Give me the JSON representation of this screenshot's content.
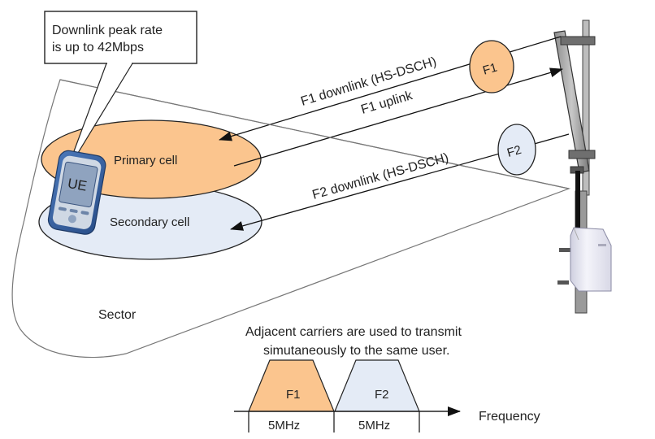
{
  "callout": {
    "line1": "Downlink peak rate",
    "line2": "is up to 42Mbps"
  },
  "cells": {
    "primary": "Primary cell",
    "secondary": "Secondary cell",
    "ue": "UE",
    "sector": "Sector"
  },
  "links": {
    "f1_downlink": "F1 downlink (HS-DSCH)",
    "f1_uplink": "F1 uplink",
    "f2_downlink": "F2 downlink (HS-DSCH)"
  },
  "carriers": {
    "f1": "F1",
    "f2": "F2"
  },
  "spectrum": {
    "caption_line1": "Adjacent carriers are used to transmit",
    "caption_line2": "simutaneously to the same user.",
    "f1_label": "F1",
    "f2_label": "F2",
    "f1_bandwidth": "5MHz",
    "f2_bandwidth": "5MHz",
    "axis_label": "Frequency"
  },
  "colors": {
    "primary_fill": "#fbc58e",
    "secondary_fill": "#e4ebf6",
    "stroke": "#222222"
  }
}
